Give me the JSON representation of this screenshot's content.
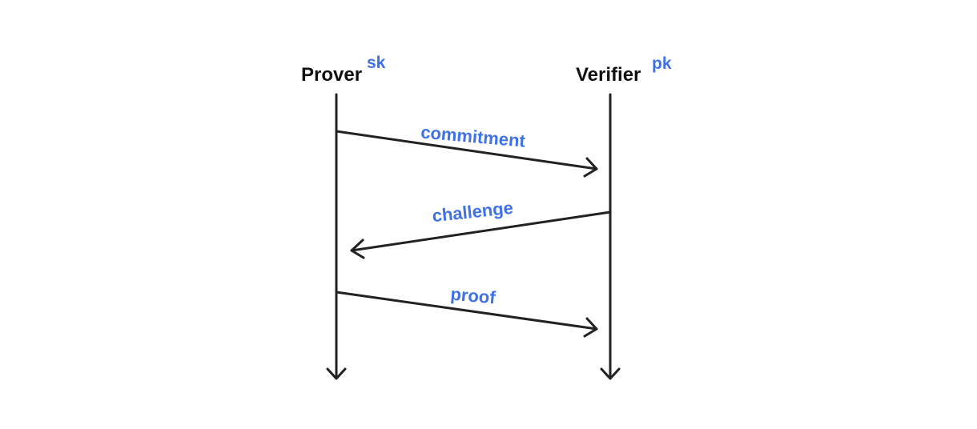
{
  "colors": {
    "ink": "#222222",
    "accent": "#3f72e8"
  },
  "participants": [
    {
      "name": "Prover",
      "key": "sk"
    },
    {
      "name": "Verifier",
      "key": "pk"
    }
  ],
  "messages": [
    {
      "label": "commitment",
      "from": "Prover",
      "to": "Verifier"
    },
    {
      "label": "challenge",
      "from": "Verifier",
      "to": "Prover"
    },
    {
      "label": "proof",
      "from": "Prover",
      "to": "Verifier"
    }
  ]
}
